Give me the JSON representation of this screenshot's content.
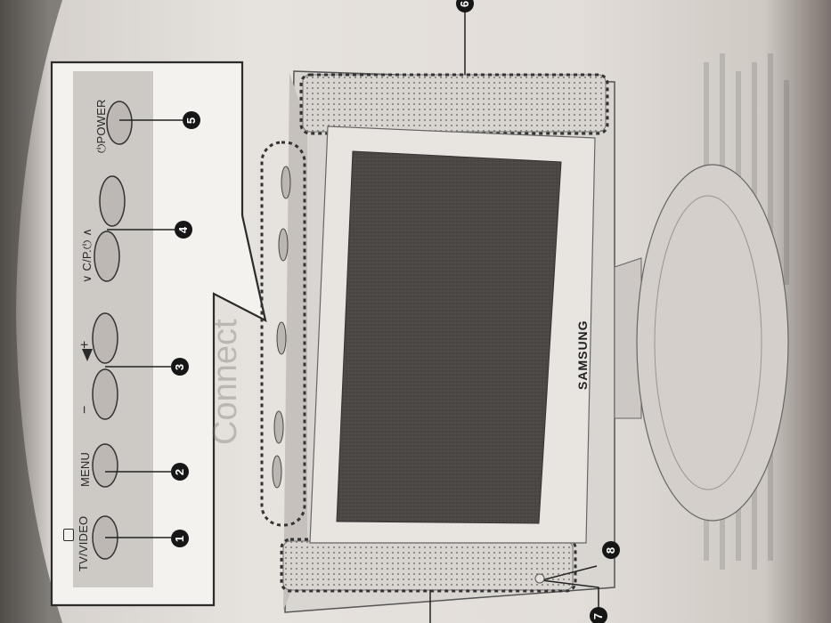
{
  "buttons": [
    {
      "label": "TV/VIDEO",
      "number": "1"
    },
    {
      "label": "MENU",
      "number": "2"
    },
    {
      "label_minus": "−",
      "label_plus": "+",
      "number": "3"
    },
    {
      "label": "∨ C/P.⏻ ∧",
      "number": "4"
    },
    {
      "label": "⏻POWER",
      "number": "5"
    }
  ],
  "callouts": {
    "top": "6",
    "bottom_left": "7",
    "bottom_right": "8"
  },
  "brand": "SAMSUNG",
  "background_heading": "Connect",
  "colors": {
    "paper": "#e4e0db",
    "panel": "#d2cec9",
    "screen": "#4a4744",
    "badge": "#161616"
  }
}
